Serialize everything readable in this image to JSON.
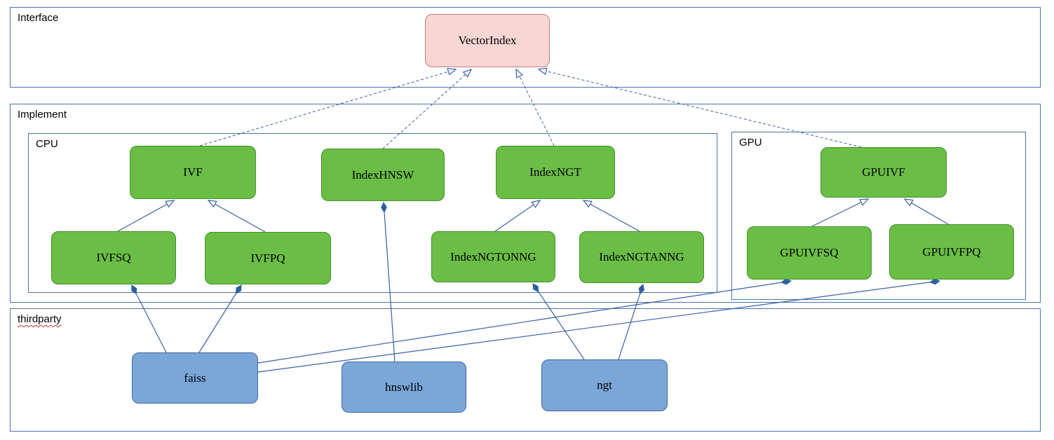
{
  "diagram": {
    "containers": {
      "interface": {
        "label": "Interface"
      },
      "implement": {
        "label": "Implement"
      },
      "cpu": {
        "label": "CPU"
      },
      "gpu": {
        "label": "GPU"
      },
      "thirdparty": {
        "label": "thirdparty"
      }
    },
    "nodes": {
      "vectorindex": {
        "label": "VectorIndex",
        "kind": "interface"
      },
      "ivf": {
        "label": "IVF",
        "kind": "cpu-implementation"
      },
      "indexhnsw": {
        "label": "IndexHNSW",
        "kind": "cpu-implementation"
      },
      "indexngt": {
        "label": "IndexNGT",
        "kind": "cpu-implementation"
      },
      "ivfsq": {
        "label": "IVFSQ",
        "kind": "cpu-implementation"
      },
      "ivfpq": {
        "label": "IVFPQ",
        "kind": "cpu-implementation"
      },
      "indexngtonng": {
        "label": "IndexNGTONNG",
        "kind": "cpu-implementation"
      },
      "indexngtanng": {
        "label": "IndexNGTANNG",
        "kind": "cpu-implementation"
      },
      "gpuivf": {
        "label": "GPUIVF",
        "kind": "gpu-implementation"
      },
      "gpuivfsq": {
        "label": "GPUIVFSQ",
        "kind": "gpu-implementation"
      },
      "gpuivfpq": {
        "label": "GPUIVFPQ",
        "kind": "gpu-implementation"
      },
      "faiss": {
        "label": "faiss",
        "kind": "thirdparty"
      },
      "hnswlib": {
        "label": "hnswlib",
        "kind": "thirdparty"
      },
      "ngt": {
        "label": "ngt",
        "kind": "thirdparty"
      }
    },
    "edges": [
      {
        "from": "ivf",
        "to": "vectorindex",
        "type": "realization-dashed-open-arrow"
      },
      {
        "from": "indexhnsw",
        "to": "vectorindex",
        "type": "realization-dashed-open-arrow"
      },
      {
        "from": "indexngt",
        "to": "vectorindex",
        "type": "realization-dashed-open-arrow"
      },
      {
        "from": "gpuivf",
        "to": "vectorindex",
        "type": "realization-dashed-open-arrow"
      },
      {
        "from": "ivfsq",
        "to": "ivf",
        "type": "generalization-open-arrow"
      },
      {
        "from": "ivfpq",
        "to": "ivf",
        "type": "generalization-open-arrow"
      },
      {
        "from": "indexngtonng",
        "to": "indexngt",
        "type": "generalization-open-arrow"
      },
      {
        "from": "indexngtanng",
        "to": "indexngt",
        "type": "generalization-open-arrow"
      },
      {
        "from": "gpuivfsq",
        "to": "gpuivf",
        "type": "generalization-open-arrow"
      },
      {
        "from": "gpuivfpq",
        "to": "gpuivf",
        "type": "generalization-open-arrow"
      },
      {
        "from": "faiss",
        "to": "ivfsq",
        "type": "composition-filled-diamond"
      },
      {
        "from": "faiss",
        "to": "ivfpq",
        "type": "composition-filled-diamond"
      },
      {
        "from": "hnswlib",
        "to": "indexhnsw",
        "type": "composition-filled-diamond"
      },
      {
        "from": "ngt",
        "to": "indexngtonng",
        "type": "composition-filled-diamond"
      },
      {
        "from": "ngt",
        "to": "indexngtanng",
        "type": "composition-filled-diamond"
      },
      {
        "from": "faiss",
        "to": "gpuivfsq",
        "type": "composition-filled-diamond"
      },
      {
        "from": "faiss",
        "to": "gpuivfpq",
        "type": "composition-filled-diamond"
      }
    ],
    "colors": {
      "interface_node_fill": "#f8d6d4",
      "interface_node_border": "#bd7f7f",
      "implementation_node_fill": "#6abd45",
      "implementation_node_border": "#459428",
      "thirdparty_node_fill": "#7aa6d8",
      "thirdparty_node_border": "#44699d",
      "container_border": "#4a74ad",
      "edge_line": "#3a5fa8",
      "thirdparty_label_underline": "#d03030"
    }
  }
}
